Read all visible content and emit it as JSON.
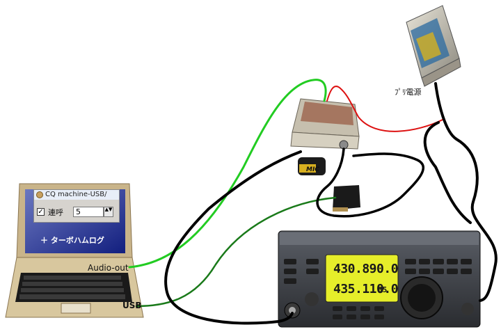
{
  "labels": {
    "audio_out": "Audio-out",
    "usb": "USB",
    "psu": "ﾌﾟﾘ電源",
    "mic": "MIC"
  },
  "app": {
    "title": "CQ machine-USB/",
    "rapid_call_checked": "✓",
    "rapid_call_label": "連呼",
    "rapid_call_value": "5",
    "spinner": "▲▼",
    "turbo_link": "＋ ターボハムログ"
  },
  "radio": {
    "freq_main": "430.890.0",
    "freq_sub": "435.110.0",
    "freq_sub_small": "05"
  },
  "colors": {
    "green_cable": "#22cc22",
    "red_cable": "#dd1111",
    "black_cable": "#000000",
    "dark_green_cable": "#1a7a1a",
    "lcd": "#e6ee2a"
  }
}
